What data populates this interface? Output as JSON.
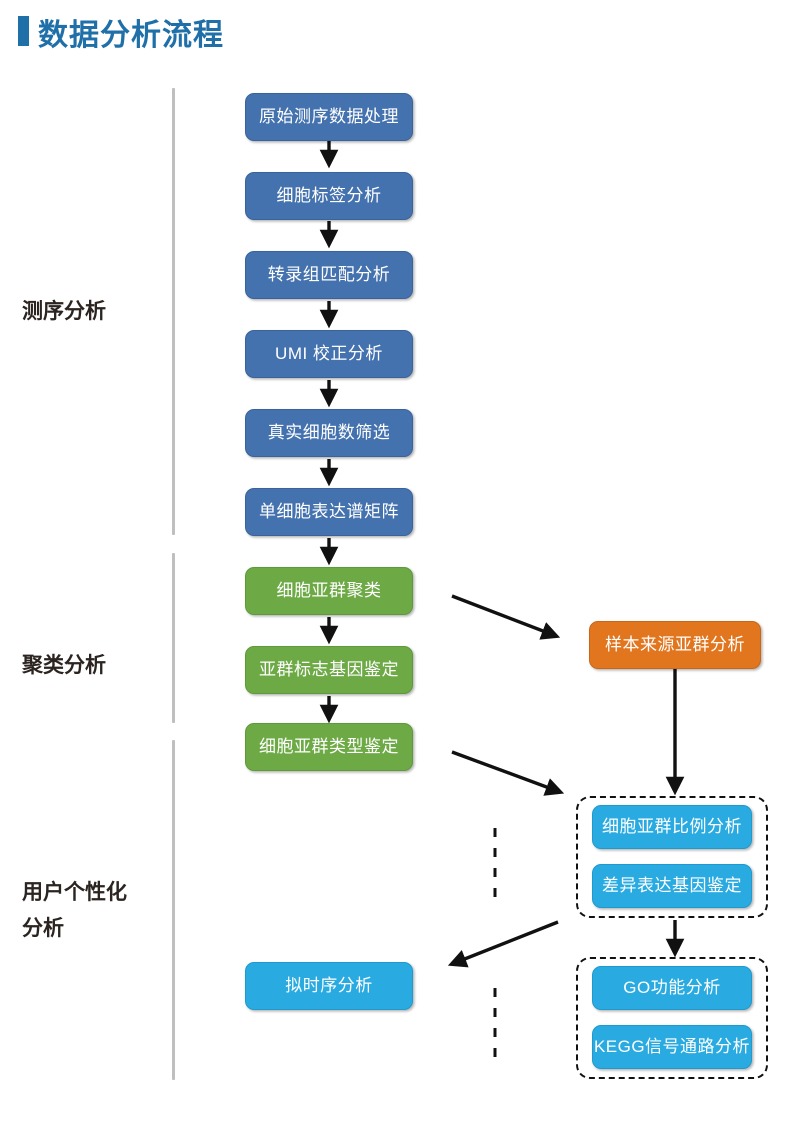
{
  "header": {
    "title": "数据分析流程",
    "accent_color": "#1F6FA8"
  },
  "colors": {
    "blue": "#4472AE",
    "green": "#6DAA46",
    "orange": "#E2761F",
    "cyan": "#29ABE2",
    "rule": "#BFBFBF",
    "label": "#2B2420",
    "arrow": "#111111"
  },
  "stages": [
    {
      "label": "测序分析"
    },
    {
      "label": "聚类分析"
    },
    {
      "label": "用户个性化\n分析"
    }
  ],
  "nodes": {
    "raw_seq": "原始测序数据处理",
    "cell_tag": "细胞标签分析",
    "transcriptome_match": "转录组匹配分析",
    "umi_correction": "UMI 校正分析",
    "true_cell_filter": "真实细胞数筛选",
    "expression_matrix": "单细胞表达谱矩阵",
    "subcluster": "细胞亚群聚类",
    "marker_gene": "亚群标志基因鉴定",
    "subcluster_type": "细胞亚群类型鉴定",
    "sample_origin": "样本来源亚群分析",
    "subcluster_ratio": "细胞亚群比例分析",
    "deg": "差异表达基因鉴定",
    "go": "GO功能分析",
    "kegg": "KEGG信号通路分析",
    "pseudotime": "拟时序分析"
  }
}
